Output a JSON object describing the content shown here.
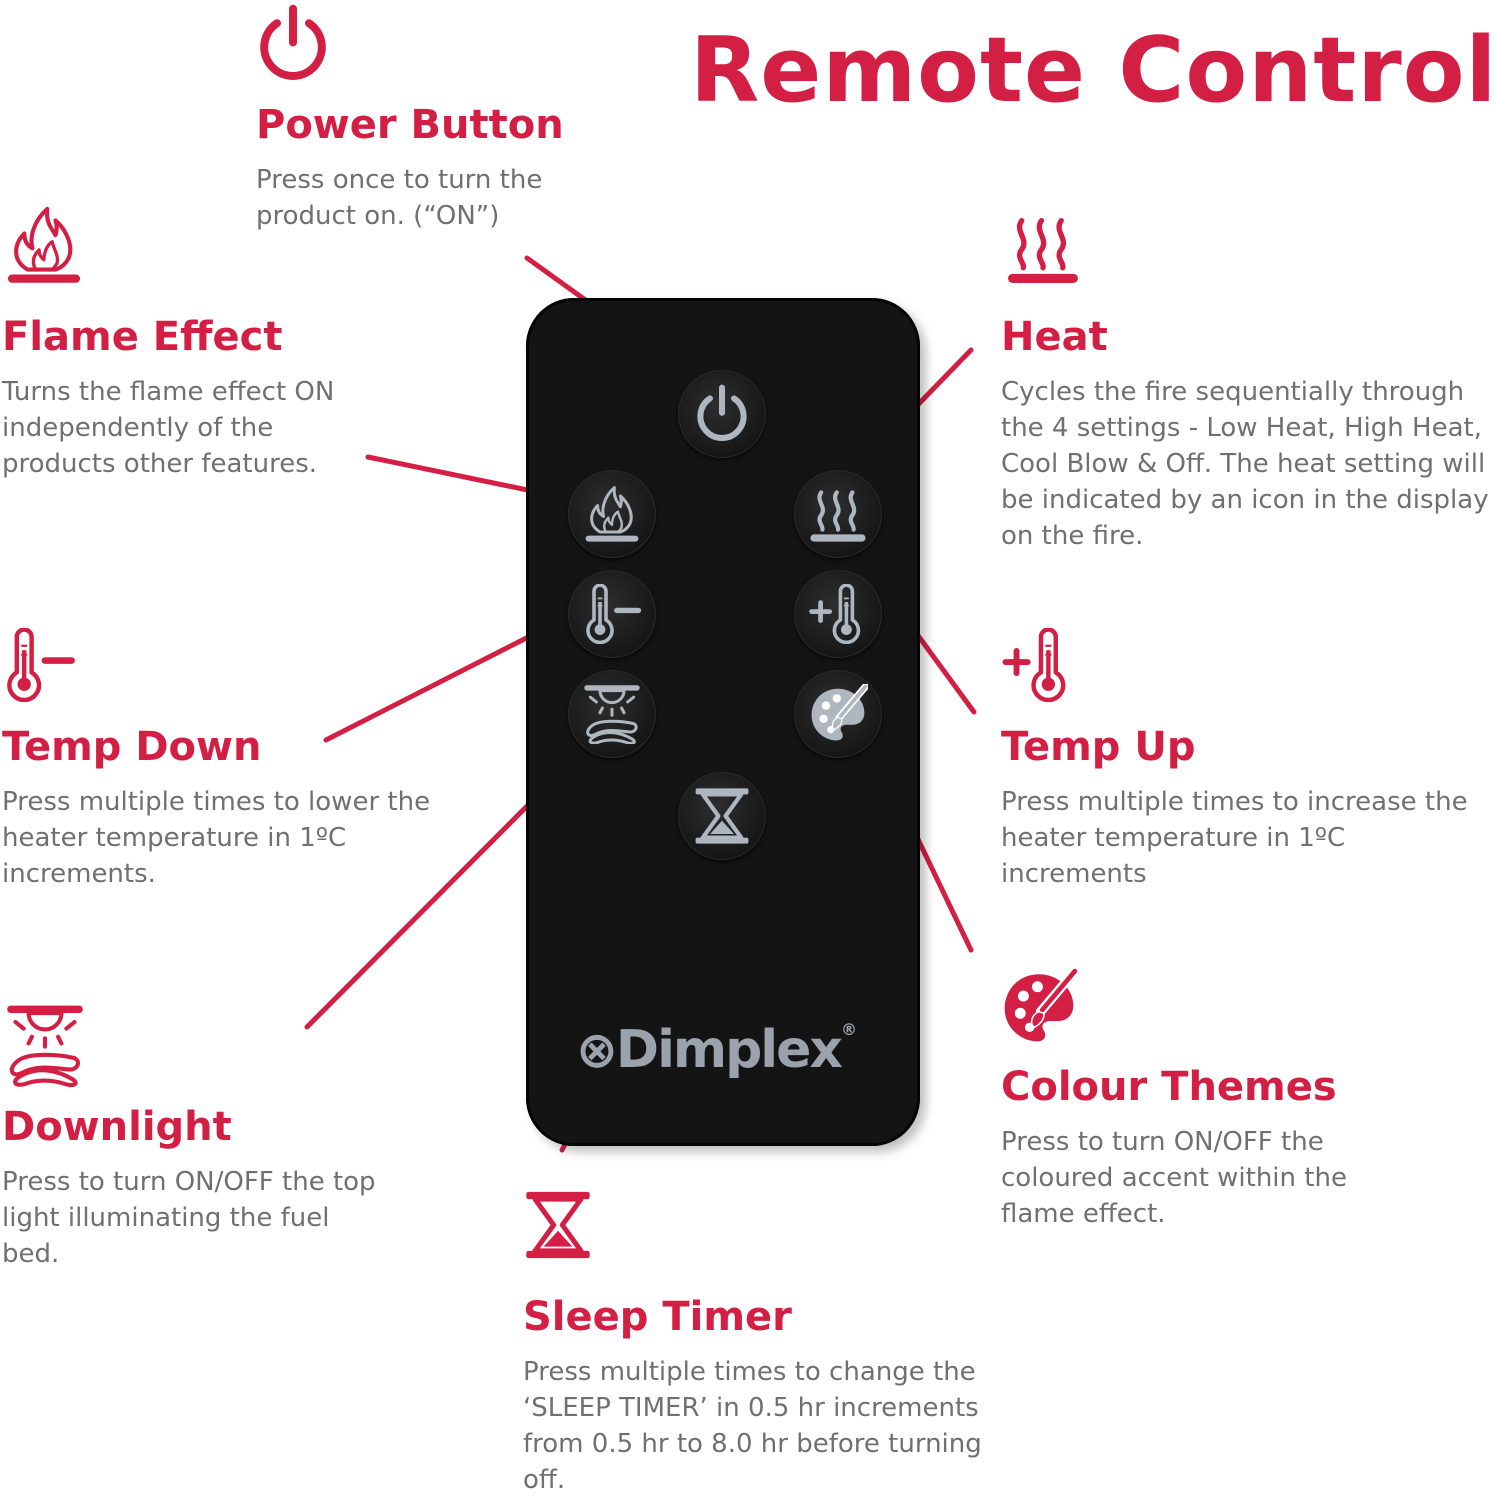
{
  "title": "Remote Control",
  "colors": {
    "accent": "#d41f44",
    "body_text": "#707070",
    "remote": "#141414",
    "remote_icon": "#aeb7c0"
  },
  "brand": {
    "name": "Dimplex",
    "mark": "⊗",
    "registered": "®"
  },
  "sections": {
    "power": {
      "icon": "power-icon",
      "heading": "Power Button",
      "description": "Press once to turn the product on. (“ON”)"
    },
    "flame": {
      "icon": "flame-icon",
      "heading": "Flame Effect",
      "description": "Turns the flame effect ON independently of the products other features."
    },
    "heat": {
      "icon": "heat-icon",
      "heading": "Heat",
      "description": "Cycles the fire sequentially through the 4 settings - Low Heat, High Heat, Cool Blow & Off. The heat setting will be indicated by an icon in the display on the fire."
    },
    "temp_down": {
      "icon": "thermometer-minus-icon",
      "heading": "Temp Down",
      "description": "Press multiple times to lower the heater temperature in 1ºC increments."
    },
    "temp_up": {
      "icon": "thermometer-plus-icon",
      "heading": "Temp Up",
      "description": "Press multiple times to increase the heater temperature in 1ºC increments"
    },
    "downlight": {
      "icon": "downlight-icon",
      "heading": "Downlight",
      "description": "Press to turn ON/OFF the top light illuminating the fuel bed."
    },
    "colour": {
      "icon": "palette-icon",
      "heading": "Colour Themes",
      "description": "Press to turn ON/OFF the coloured accent within the flame effect."
    },
    "sleep": {
      "icon": "hourglass-icon",
      "heading": "Sleep Timer",
      "description": "Press multiple times to change the ‘SLEEP TIMER’ in 0.5 hr increments from 0.5 hr to 8.0 hr before turning off."
    }
  }
}
